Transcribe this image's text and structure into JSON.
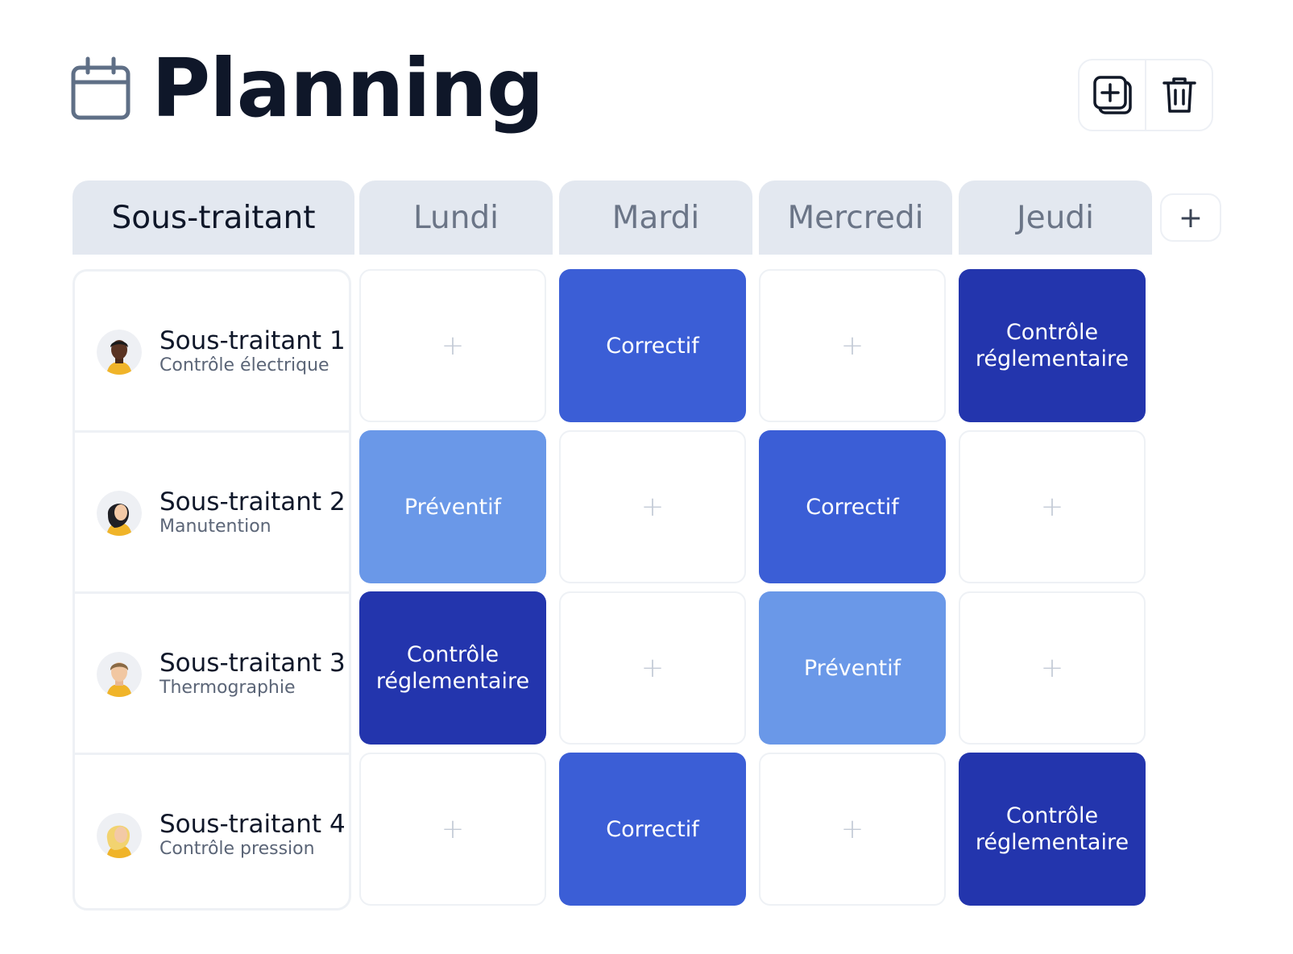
{
  "header": {
    "title": "Planning",
    "icon": "calendar-icon",
    "actions": [
      {
        "name": "add-copy-button",
        "icon": "copy-plus-icon"
      },
      {
        "name": "delete-button",
        "icon": "trash-icon"
      }
    ]
  },
  "table": {
    "columns": [
      "Sous-traitant",
      "Lundi",
      "Mardi",
      "Mercredi",
      "Jeudi"
    ],
    "add_column_label": "+",
    "empty_cell_label": "+",
    "colors": {
      "Préventif": "#6a98e8",
      "Correctif": "#3b5ed6",
      "Contrôle réglementaire": "#2335ad"
    },
    "rows": [
      {
        "name": "Sous-traitant 1",
        "role": "Contrôle électrique",
        "avatar": "avatar-dark-skin",
        "cells": [
          "",
          "Correctif",
          "",
          "Contrôle réglementaire"
        ]
      },
      {
        "name": "Sous-traitant 2",
        "role": "Manutention",
        "avatar": "avatar-woman-dark-hair",
        "cells": [
          "Préventif",
          "",
          "Correctif",
          ""
        ]
      },
      {
        "name": "Sous-traitant 3",
        "role": "Thermographie",
        "avatar": "avatar-man-brown-hair",
        "cells": [
          "Contrôle réglementaire",
          "",
          "Préventif",
          ""
        ]
      },
      {
        "name": "Sous-traitant 4",
        "role": "Contrôle pression",
        "avatar": "avatar-blonde",
        "cells": [
          "",
          "Correctif",
          "",
          "Contrôle réglementaire"
        ]
      }
    ]
  }
}
